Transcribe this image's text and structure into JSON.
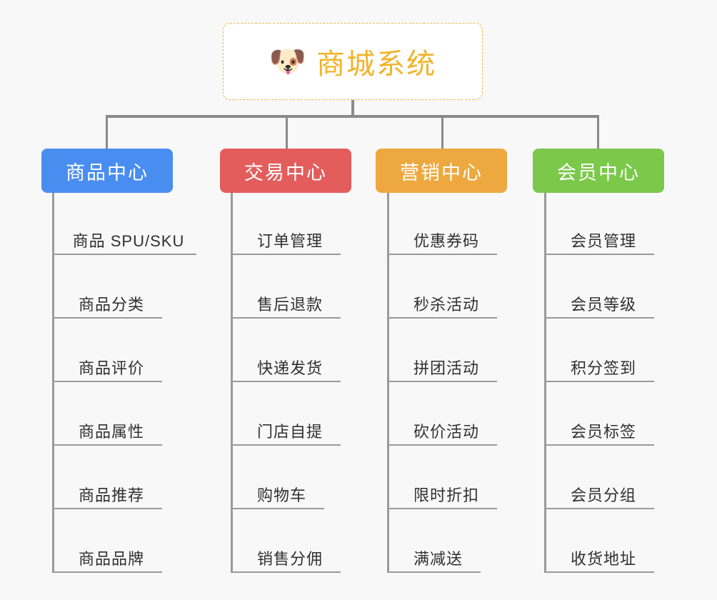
{
  "diagram": {
    "type": "org-chart",
    "background_color": "#f8f8f8",
    "connector_color": "#8a8a8a",
    "root": {
      "title": "商城系统",
      "icon": "dog-face-emoji",
      "icon_glyph": "🐶",
      "text_color": "#f0b429",
      "border_color": "#e9b44c",
      "background_color": "#ffffff"
    },
    "categories": [
      {
        "label": "商品中心",
        "color": "#4a8df0",
        "items": [
          "商品 SPU/SKU",
          "商品分类",
          "商品评价",
          "商品属性",
          "商品推荐",
          "商品品牌"
        ]
      },
      {
        "label": "交易中心",
        "color": "#e35d5d",
        "items": [
          "订单管理",
          "售后退款",
          "快递发货",
          "门店自提",
          "购物车",
          "销售分佣"
        ]
      },
      {
        "label": "营销中心",
        "color": "#eda93f",
        "items": [
          "优惠券码",
          "秒杀活动",
          "拼团活动",
          "砍价活动",
          "限时折扣",
          "满减送"
        ]
      },
      {
        "label": "会员中心",
        "color": "#7cc busca",
        "items": [
          "会员管理",
          "会员等级",
          "积分签到",
          "会员标签",
          "会员分组",
          "收货地址"
        ]
      }
    ]
  }
}
